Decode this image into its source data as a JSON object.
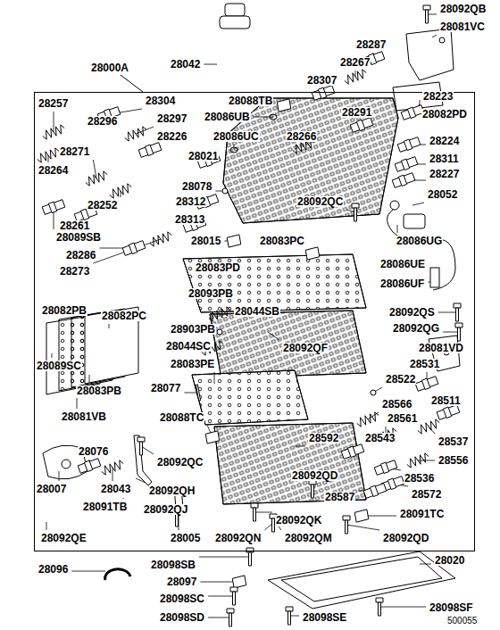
{
  "diagram": {
    "nodes": [
      {
        "text": [
          "28000A"
        ]
      }
    ],
    "labels": [
      "28042",
      "28092QB",
      "28287",
      "28081VC",
      "28267",
      "28307",
      "28088TB",
      "28291",
      "28223",
      "28257",
      "28304",
      "28086UB",
      "28082PD",
      "28297",
      "28296",
      "28266",
      "28224",
      "28226",
      "28086UC",
      "28271",
      "28021",
      "28311",
      "28264",
      "28227",
      "28078",
      "28052",
      "28092QC",
      "28312",
      "28252",
      "28313",
      "28261",
      "28089SB",
      "28086UG",
      "28015",
      "28083PC",
      "28286",
      "28086UE",
      "28273",
      "28083PD",
      "28086UF",
      "28093PB",
      "28082PB",
      "28044SB",
      "28092QS",
      "28082PC",
      "28903PB",
      "28092QG",
      "28044SC",
      "28092QF",
      "28083PE",
      "28081VD",
      "28089SC",
      "28531",
      "28522",
      "28077",
      "28083PB",
      "28511",
      "28566",
      "28561",
      "28081VB",
      "28088TC",
      "28543",
      "28592",
      "28537",
      "28076",
      "28092QC",
      "28556",
      "28007",
      "28092QD",
      "28536",
      "28043",
      "28092QH",
      "28572",
      "28587",
      "28091TB",
      "28092QJ",
      "28091TC",
      "28092QK",
      "28092QE",
      "28005",
      "28092QN",
      "28092QM",
      "28092QD",
      "28096",
      "28098SB",
      "28020",
      "28097",
      "28098SC",
      "28098SF",
      "28098SD",
      "28098SE",
      "500055"
    ]
  }
}
